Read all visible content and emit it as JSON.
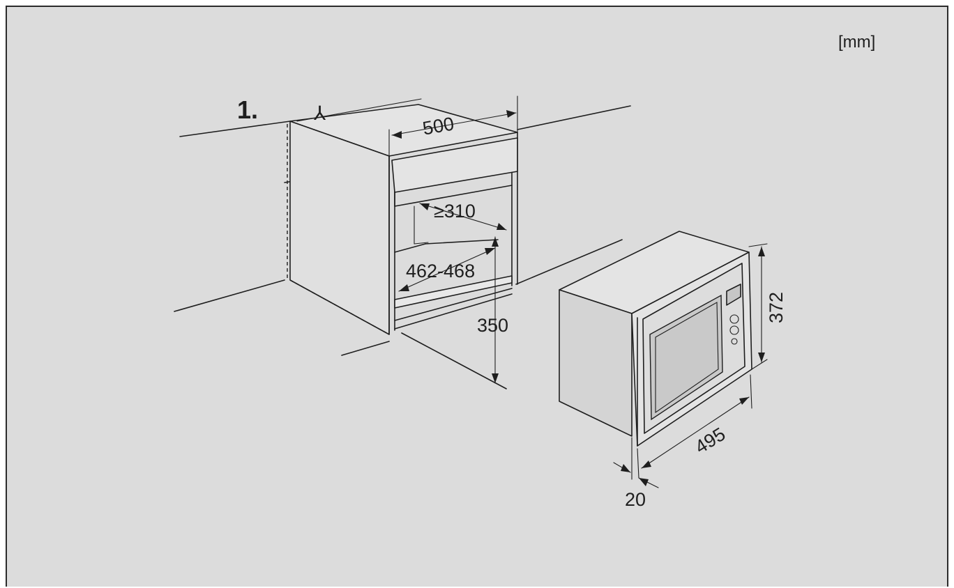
{
  "unit_label": "[mm]",
  "step_label": "1.",
  "dimensions": {
    "cabinet_width": "500",
    "min_depth": "≥310",
    "opening_width": "462-468",
    "opening_height": "350",
    "appliance_height": "372",
    "appliance_width": "495",
    "frame_depth": "20"
  },
  "icons": {
    "marker_symbol": "⅄"
  }
}
